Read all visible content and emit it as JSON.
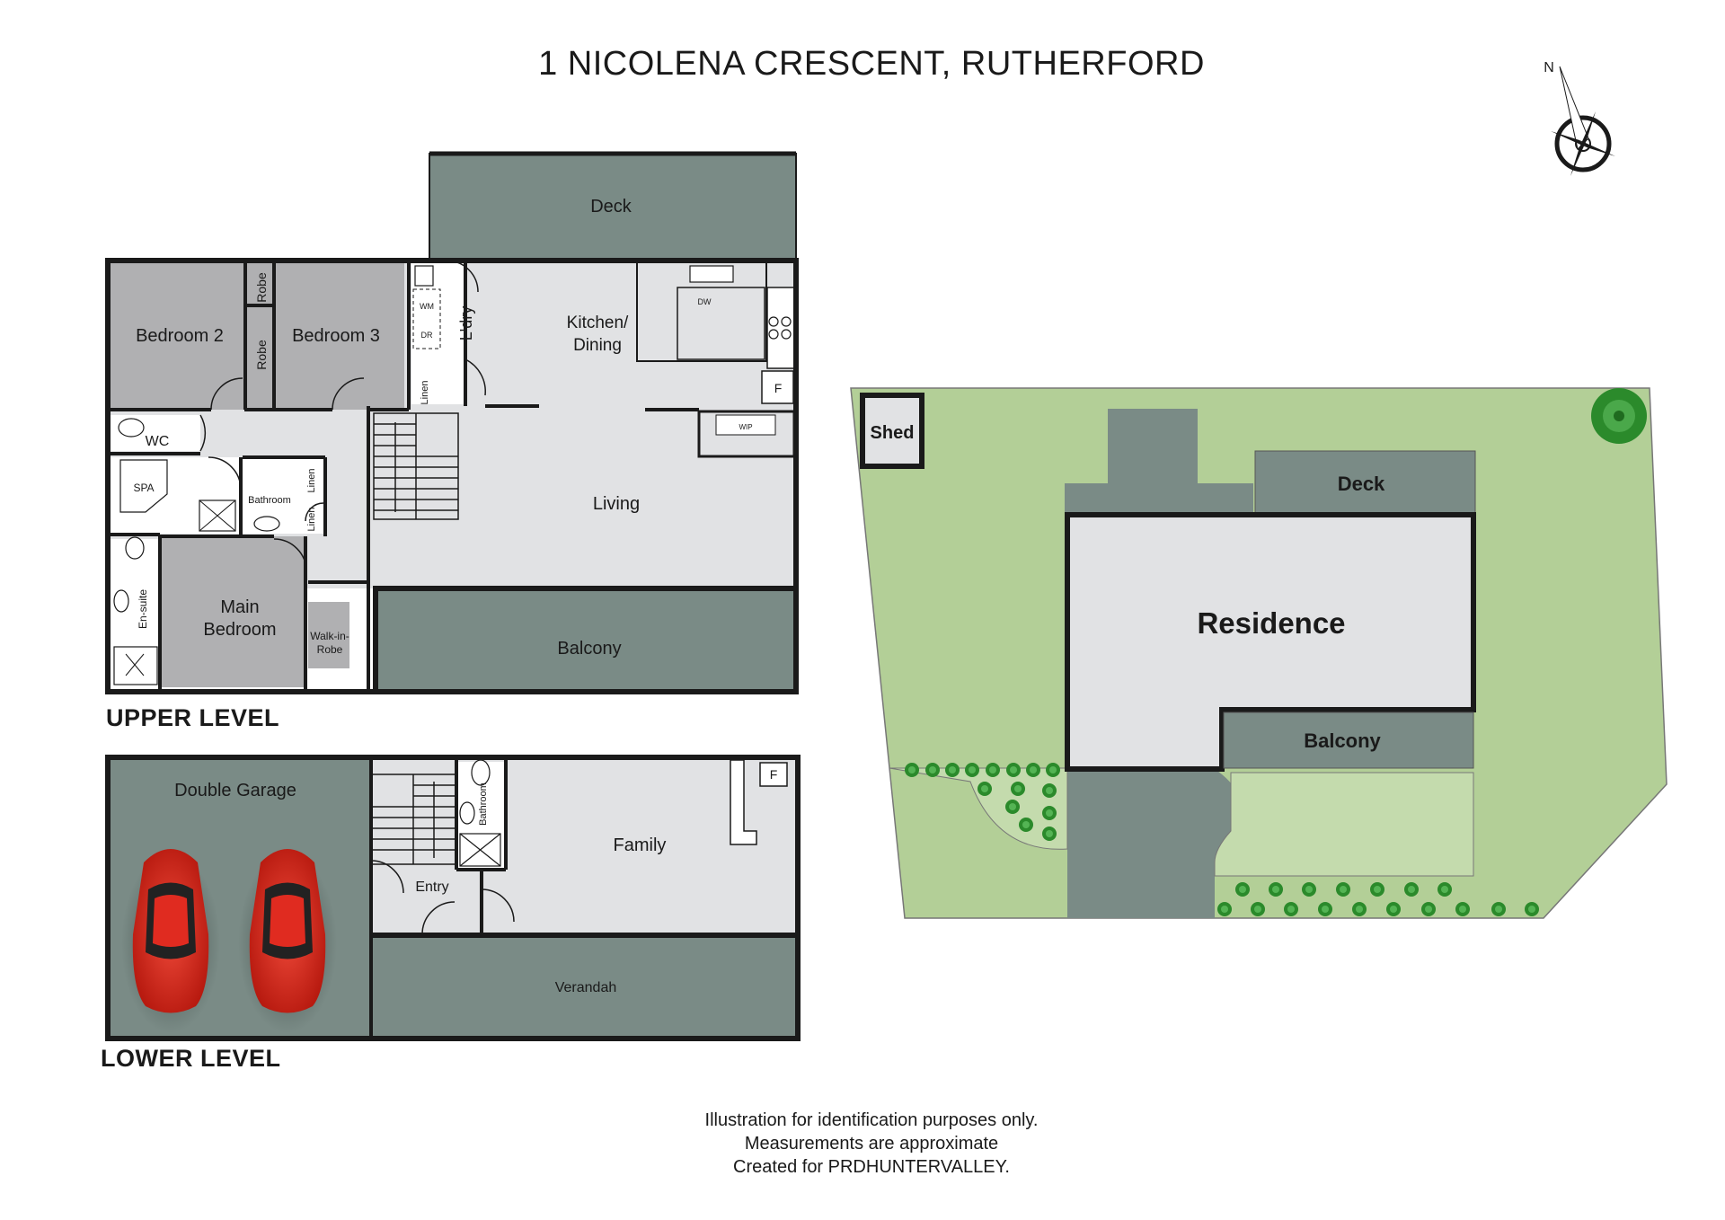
{
  "title": "1 NICOLENA CRESCENT, RUTHERFORD",
  "compass": {
    "north_label": "N"
  },
  "colors": {
    "room_light": "#e1e2e4",
    "room_bedroom": "#b0b0b2",
    "outdoor_dark": "#7a8b86",
    "lawn": "#b3cf97",
    "wall": "#1a1a1a",
    "car": "#e02b20",
    "shrub": "#2b8a2b"
  },
  "upper_level": {
    "heading": "UPPER LEVEL",
    "rooms": {
      "deck": "Deck",
      "bedroom2": "Bedroom 2",
      "bedroom3": "Bedroom 3",
      "robe": "Robe",
      "laundry": "L'dry",
      "wm": "WM",
      "dr": "DR",
      "linen": "Linen",
      "kitchen_line1": "Kitchen/",
      "kitchen_line2": "Dining",
      "dw": "DW",
      "fridge": "F",
      "wip": "WIP",
      "wc": "WC",
      "spa": "SPA",
      "bathroom": "Bathroom",
      "living": "Living",
      "ensuite": "En-suite",
      "main_bedroom_line1": "Main",
      "main_bedroom_line2": "Bedroom",
      "walkin_line1": "Walk-in-",
      "walkin_line2": "Robe",
      "balcony": "Balcony"
    }
  },
  "lower_level": {
    "heading": "LOWER LEVEL",
    "rooms": {
      "double_garage": "Double Garage",
      "bathroom": "Bathroom",
      "fridge": "F",
      "family": "Family",
      "entry": "Entry",
      "verandah": "Verandah"
    }
  },
  "site_plan": {
    "shed": "Shed",
    "deck": "Deck",
    "residence": "Residence",
    "balcony": "Balcony"
  },
  "footer": {
    "line1": "Illustration for identification purposes only.",
    "line2": "Measurements are approximate",
    "line3": "Created for PRDHUNTERVALLEY."
  }
}
